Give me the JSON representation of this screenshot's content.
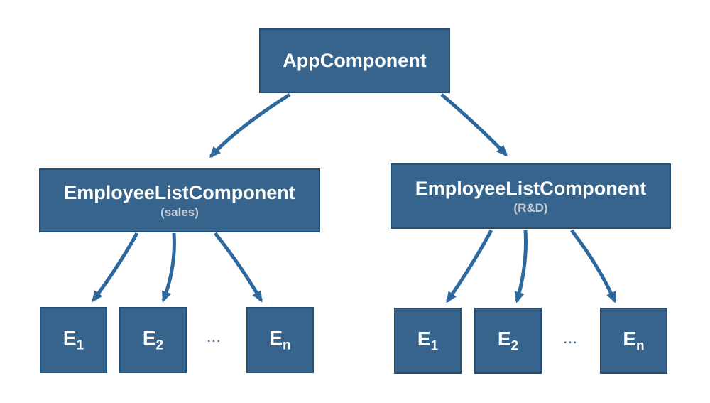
{
  "colors": {
    "background": "#FFFFFF",
    "box_fill": "#36648C",
    "box_border": "#264E73",
    "arrow": "#2E699E",
    "title_text": "#FFFFFF",
    "subtitle_text": "#C6CED6",
    "ellipsis_text": "#4A739E"
  },
  "root": {
    "label": "AppComponent"
  },
  "groups": [
    {
      "label": "EmployeeListComponent",
      "sublabel": "(sales)",
      "ellipsis": "...",
      "children": [
        {
          "base": "E",
          "sub": "1"
        },
        {
          "base": "E",
          "sub": "2"
        },
        {
          "base": "E",
          "sub": "n"
        }
      ]
    },
    {
      "label": "EmployeeListComponent",
      "sublabel": "(R&D)",
      "ellipsis": "...",
      "children": [
        {
          "base": "E",
          "sub": "1"
        },
        {
          "base": "E",
          "sub": "2"
        },
        {
          "base": "E",
          "sub": "n"
        }
      ]
    }
  ]
}
